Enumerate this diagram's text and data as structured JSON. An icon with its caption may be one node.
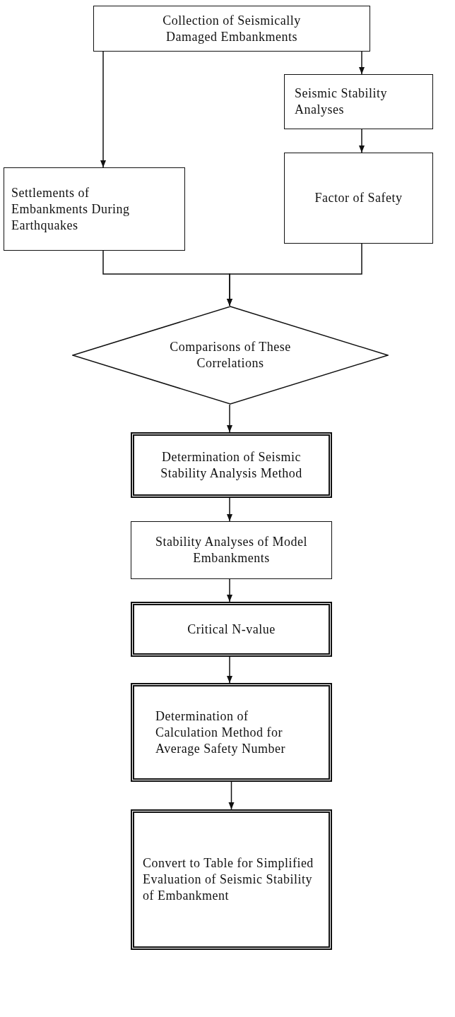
{
  "diagram": {
    "nodes": [
      {
        "text": [
          "Collection of Seismically Damaged Embankments"
        ]
      },
      {
        "text": [
          "Seismic Stability Analyses"
        ]
      },
      {
        "text": [
          "Settlements of Embankments During Earthquakes"
        ]
      },
      {
        "text": [
          "Factor of Safety"
        ]
      },
      {
        "text": [
          "Comparisons of These Correlations"
        ]
      },
      {
        "text": [
          "Determination of Seismic Stability Analysis Method"
        ]
      },
      {
        "text": [
          "Stability Analyses of Model Embankments"
        ]
      },
      {
        "text": [
          "Critical N-value"
        ]
      },
      {
        "text": [
          "Determination of Calculation Method for Average Safety Number"
        ]
      },
      {
        "text": [
          "Convert to Table for Simplified Evaluation of Seismic Stability of Embankment"
        ]
      }
    ],
    "edges": [
      {
        "from": 0,
        "to": 2,
        "arrow": "to"
      },
      {
        "from": 0,
        "to": 1,
        "arrow": "to"
      },
      {
        "from": 1,
        "to": 3,
        "arrow": "to"
      },
      {
        "from": 2,
        "to": 4,
        "arrow": "to"
      },
      {
        "from": 3,
        "to": 4,
        "arrow": "to"
      },
      {
        "from": 4,
        "to": 5,
        "arrow": "to"
      },
      {
        "from": 5,
        "to": 6,
        "arrow": "to"
      },
      {
        "from": 6,
        "to": 7,
        "arrow": "to"
      },
      {
        "from": 7,
        "to": 8,
        "arrow": "to"
      },
      {
        "from": 8,
        "to": 9,
        "arrow": "to"
      }
    ]
  }
}
